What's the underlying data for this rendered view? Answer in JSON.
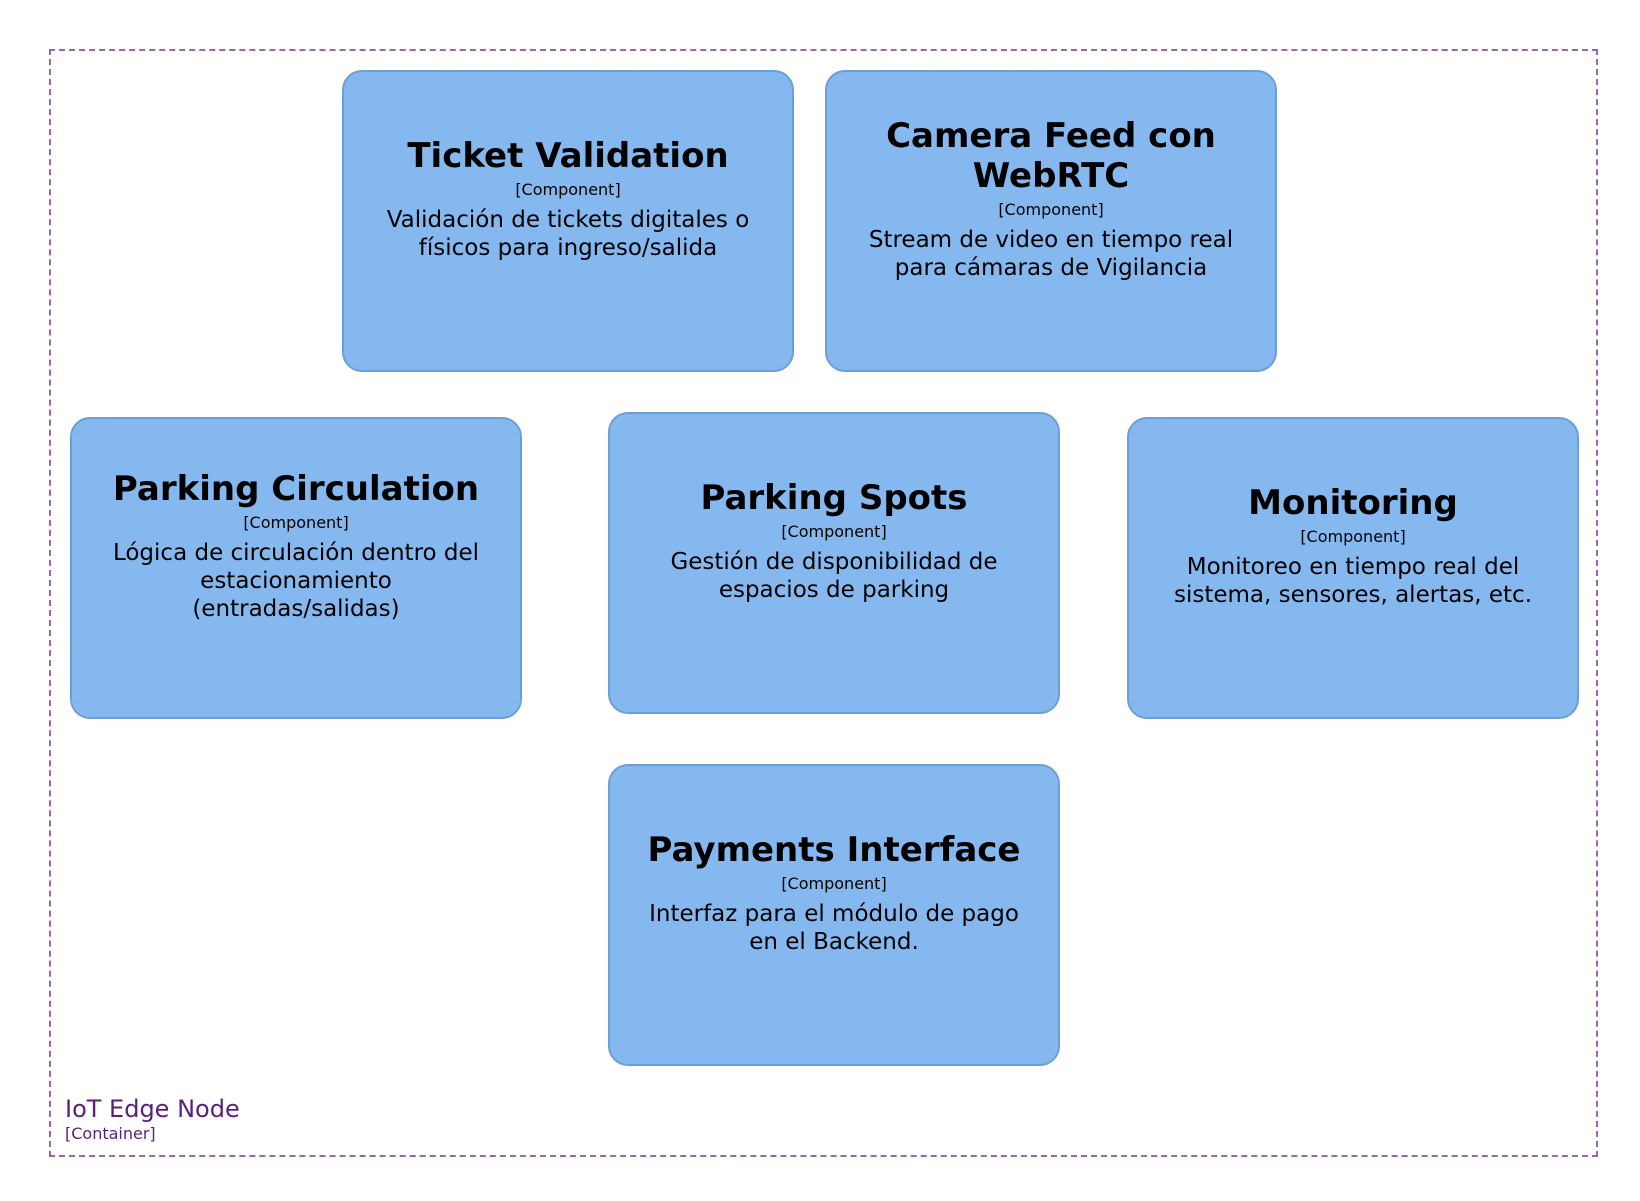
{
  "container": {
    "name": "IoT Edge Node",
    "type": "[Container]"
  },
  "components": {
    "ticket_validation": {
      "title": "Ticket Validation",
      "type": "[Component]",
      "description": "Validación de tickets digitales o físicos para ingreso/salida"
    },
    "camera_feed": {
      "title": "Camera Feed con WebRTC",
      "type": "[Component]",
      "description": "Stream de video en tiempo real para cámaras de Vigilancia"
    },
    "parking_circulation": {
      "title": "Parking Circulation",
      "type": "[Component]",
      "description": "Lógica de circulación dentro del estacionamiento (entradas/salidas)"
    },
    "parking_spots": {
      "title": "Parking Spots",
      "type": "[Component]",
      "description": "Gestión de disponibilidad de espacios de parking"
    },
    "monitoring": {
      "title": "Monitoring",
      "type": "[Component]",
      "description": "Monitoreo en tiempo real del sistema, sensores, alertas, etc."
    },
    "payments_interface": {
      "title": "Payments Interface",
      "type": "[Component]",
      "description": "Interfaz para el módulo de pago en el Backend."
    }
  },
  "colors": {
    "component_fill": "#85b8ef",
    "component_border": "#6a9fd8",
    "boundary_border": "#9a64b8",
    "boundary_text": "#5a1f7a"
  }
}
